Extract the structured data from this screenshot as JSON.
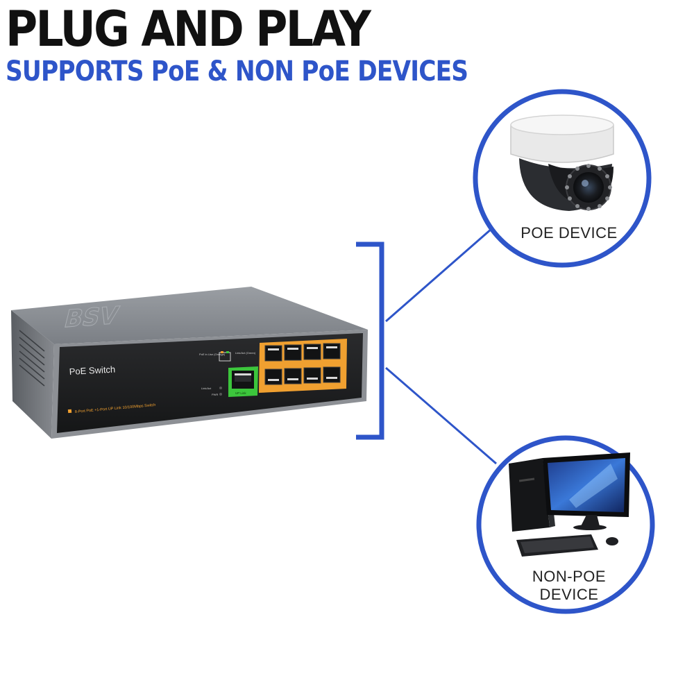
{
  "header": {
    "title": "PLUG AND PLAY",
    "subtitle": "SUPPORTS PoE & NON PoE DEVICES"
  },
  "switch": {
    "brand": "BSV",
    "name": "PoE Switch",
    "description": "8-Port  PoE +1-Port UP Link 10/100Mbps Switch",
    "uplink_label": "UP Link",
    "led_poe_label": "PoE in Use (Orange)",
    "led_link_label": "Link/Act (Green)",
    "led_linkact_label": "Link/Act",
    "led_pwr_label": "PWR"
  },
  "devices": {
    "poe": {
      "label": "POE DEVICE"
    },
    "non_poe": {
      "label_line1": "NON-POE",
      "label_line2": "DEVICE"
    }
  },
  "colors": {
    "accent": "#2e55c9",
    "title": "#111111",
    "port_frame": "#f0a030",
    "uplink": "#3cc63c"
  }
}
